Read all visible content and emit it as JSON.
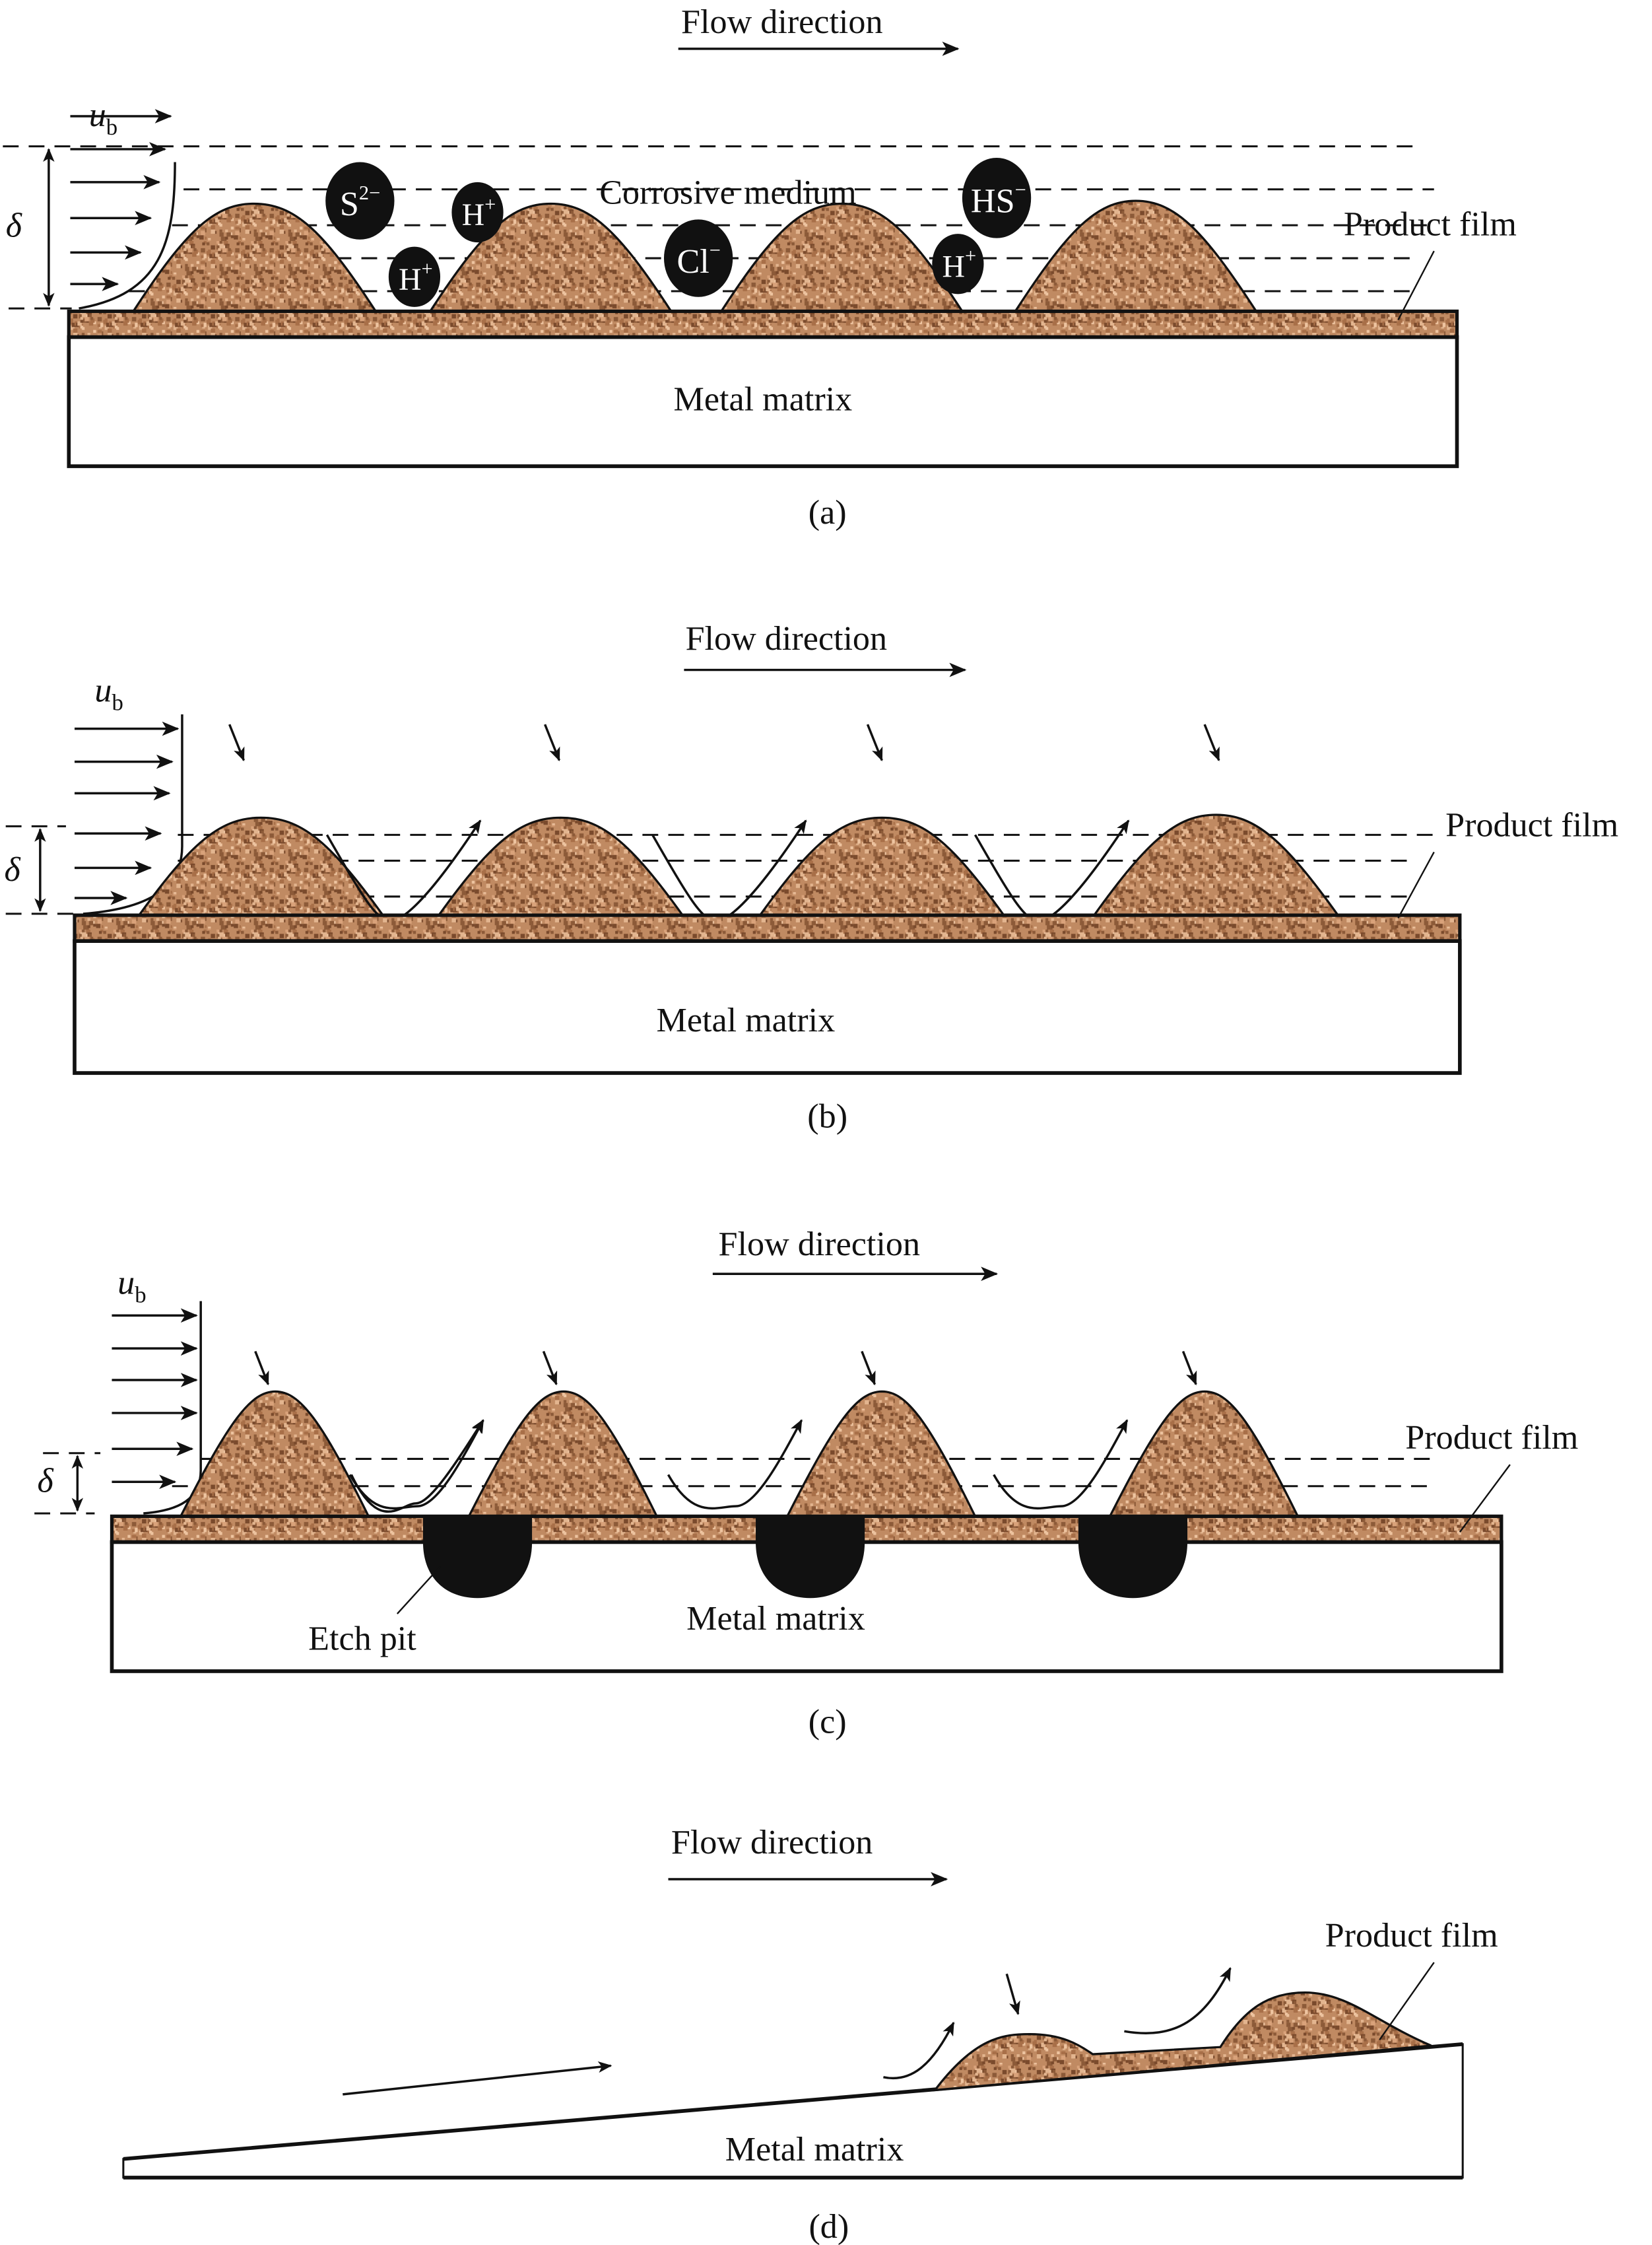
{
  "figure": {
    "colors": {
      "film": "#c08a62",
      "film_dark": "#7a4a2c",
      "film_light": "#e3b58f",
      "ion": "#111111",
      "pit": "#111111",
      "line": "#111111"
    },
    "panels": [
      {
        "id": "a",
        "caption": "(a)",
        "flow_label": "Flow direction",
        "velocity_label": "u",
        "velocity_sub": "b",
        "thickness_label": "δ",
        "medium_label": "Corrosive medium",
        "film_label": "Product film",
        "matrix_label": "Metal matrix",
        "ions": [
          {
            "name": "sulfide",
            "base": "S",
            "charge": "2−"
          },
          {
            "name": "hydrogen-1",
            "base": "H",
            "charge": "+"
          },
          {
            "name": "hydrogen-2",
            "base": "H",
            "charge": "+"
          },
          {
            "name": "chloride",
            "base": "Cl",
            "charge": "−"
          },
          {
            "name": "bisulfide",
            "base": "HS",
            "charge": "−"
          },
          {
            "name": "hydrogen-3",
            "base": "H",
            "charge": "+"
          }
        ]
      },
      {
        "id": "b",
        "caption": "(b)",
        "flow_label": "Flow direction",
        "velocity_label": "u",
        "velocity_sub": "b",
        "thickness_label": "δ",
        "film_label": "Product film",
        "matrix_label": "Metal matrix"
      },
      {
        "id": "c",
        "caption": "(c)",
        "flow_label": "Flow direction",
        "velocity_label": "u",
        "velocity_sub": "b",
        "thickness_label": "δ",
        "film_label": "Product film",
        "matrix_label": "Metal matrix",
        "pit_label": "Etch pit"
      },
      {
        "id": "d",
        "caption": "(d)",
        "flow_label": "Flow direction",
        "film_label": "Product film",
        "matrix_label": "Metal matrix"
      }
    ]
  }
}
